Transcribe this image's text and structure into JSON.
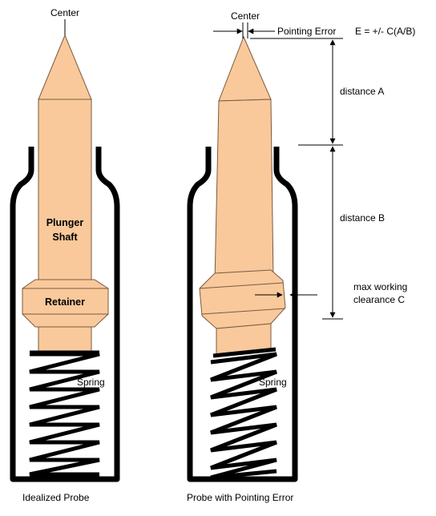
{
  "colors": {
    "probe_fill": "#f9c99b",
    "probe_outline": "#7a5a3e",
    "barrel": "#000000"
  },
  "left_probe": {
    "center_label": "Center",
    "plunger_label_1": "Plunger",
    "plunger_label_2": "Shaft",
    "retainer_label": "Retainer",
    "spring_label": "Spring",
    "caption": "Idealized Probe"
  },
  "right_probe": {
    "center_label": "Center",
    "pointing_error_label": "Pointing Error",
    "formula": "E = +/- C(A/B)",
    "distance_a_label": "distance A",
    "distance_b_label": "distance B",
    "clearance_label_1": "max working",
    "clearance_label_2": "clearance C",
    "spring_label": "Spring",
    "caption": "Probe with Pointing Error"
  }
}
